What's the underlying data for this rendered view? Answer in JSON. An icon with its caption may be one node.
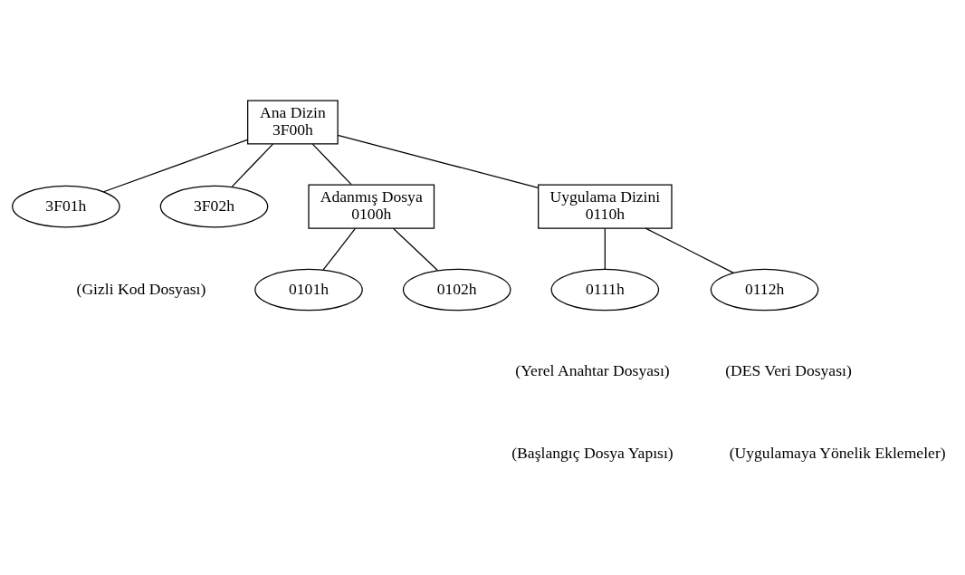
{
  "diagram": {
    "nodes": [
      {
        "text": [
          "Ana Dizin",
          "3F00h"
        ]
      },
      {
        "text": [
          "3F01h"
        ]
      },
      {
        "text": [
          "3F02h"
        ],
        "beside": [
          "(Gizli Kod Dosyası)"
        ]
      },
      {
        "text": [
          "Adanmış Dosya",
          "0100h"
        ]
      },
      {
        "text": [
          "Uygulama Dizini",
          "0110h"
        ]
      },
      {
        "text": [
          "0101h"
        ]
      },
      {
        "text": [
          "0102h"
        ]
      },
      {
        "text": [
          "0111h"
        ],
        "beside": [
          "(Yerel Anahtar Dosyası)"
        ]
      },
      {
        "text": [
          "0112h"
        ],
        "beside": [
          "(DES Veri Dosyası)"
        ]
      }
    ],
    "edges": [
      {
        "from": 0,
        "to": 1,
        "arrow": "none"
      },
      {
        "from": 0,
        "to": 2,
        "arrow": "none"
      },
      {
        "from": 0,
        "to": 3,
        "arrow": "none"
      },
      {
        "from": 0,
        "to": 4,
        "arrow": "none"
      },
      {
        "from": 3,
        "to": 5,
        "arrow": "none"
      },
      {
        "from": 3,
        "to": 6,
        "arrow": "none"
      },
      {
        "from": 4,
        "to": 7,
        "arrow": "none"
      },
      {
        "from": 4,
        "to": 8,
        "arrow": "none"
      }
    ],
    "labels": [
      "(Başlangıç Dosya Yapısı)",
      "(Uygulamaya Yönelik Eklemeler)"
    ]
  }
}
